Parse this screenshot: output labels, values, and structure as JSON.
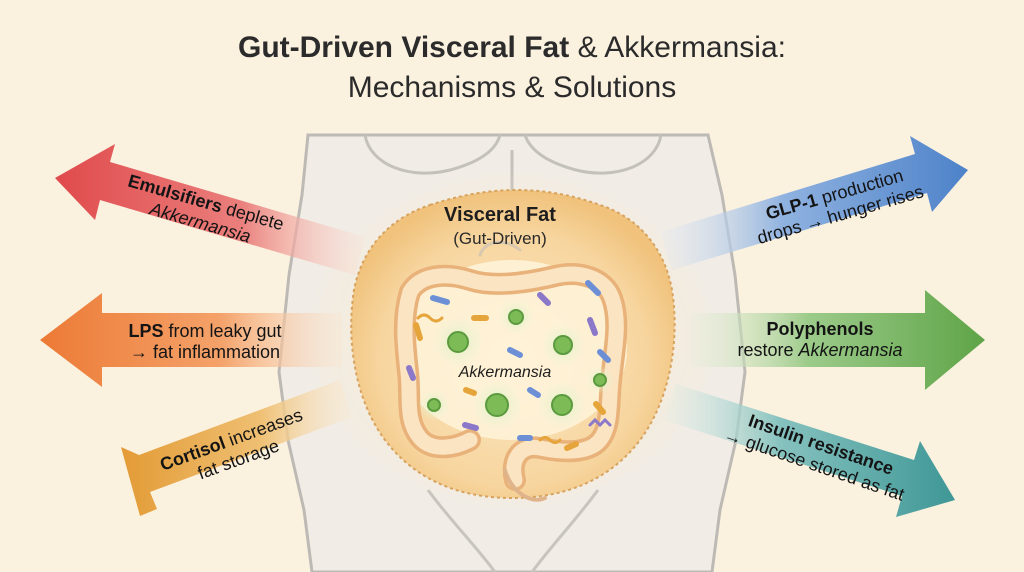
{
  "title": {
    "line1_bold": "Gut-Driven Visceral Fat",
    "line1_rest": " & Akkermansia:",
    "line2": "Mechanisms & Solutions"
  },
  "center": {
    "title": "Visceral Fat",
    "subtitle": "(Gut-Driven)",
    "microbe_label": "Akkermansia"
  },
  "arrows_left": [
    {
      "bold": "Emulsifiers",
      "text": " deplete",
      "line2_italic": "Akkermansia",
      "color": "#e15a5a"
    },
    {
      "bold": "LPS",
      "text": " from leaky gut",
      "line2": "→ fat inflammation",
      "color": "#ef8a3e"
    },
    {
      "bold": "Cortisol",
      "text": " increases",
      "line2": "fat storage",
      "color": "#e5a73f"
    }
  ],
  "arrows_right": [
    {
      "bold": "GLP-1",
      "text": " production",
      "line2": "drops → hunger rises",
      "color": "#5b8fd0"
    },
    {
      "bold": "Polyphenols",
      "line2_text": "restore ",
      "line2_italic": "Akkermansia",
      "color": "#6cab59"
    },
    {
      "bold": "Insulin resistance",
      "line2": "→ glucose stored as fat",
      "color": "#4fa2a1"
    }
  ]
}
